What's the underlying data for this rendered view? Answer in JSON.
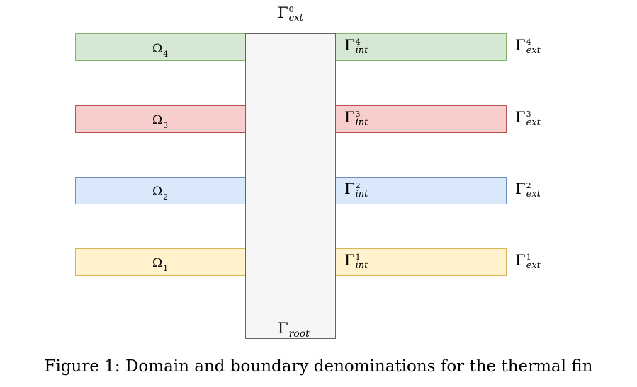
{
  "diagram": {
    "gamma_symbol": "Γ",
    "omega_symbol": "Ω",
    "ext_label": "ext",
    "int_label": "int",
    "root_label": "root",
    "top_boundary": {
      "sup": "0"
    },
    "fins": [
      {
        "index": "1",
        "fill": "#fff2cc",
        "stroke": "#d6b656"
      },
      {
        "index": "2",
        "fill": "#dae8fc",
        "stroke": "#6c8ebf"
      },
      {
        "index": "3",
        "fill": "#f8cecc",
        "stroke": "#b85450"
      },
      {
        "index": "4",
        "fill": "#d5e8d4",
        "stroke": "#82b366"
      }
    ],
    "root_fill": "#f5f5f5",
    "root_stroke": "#666666"
  },
  "caption": "Figure 1: Domain and boundary denominations for the thermal fin"
}
